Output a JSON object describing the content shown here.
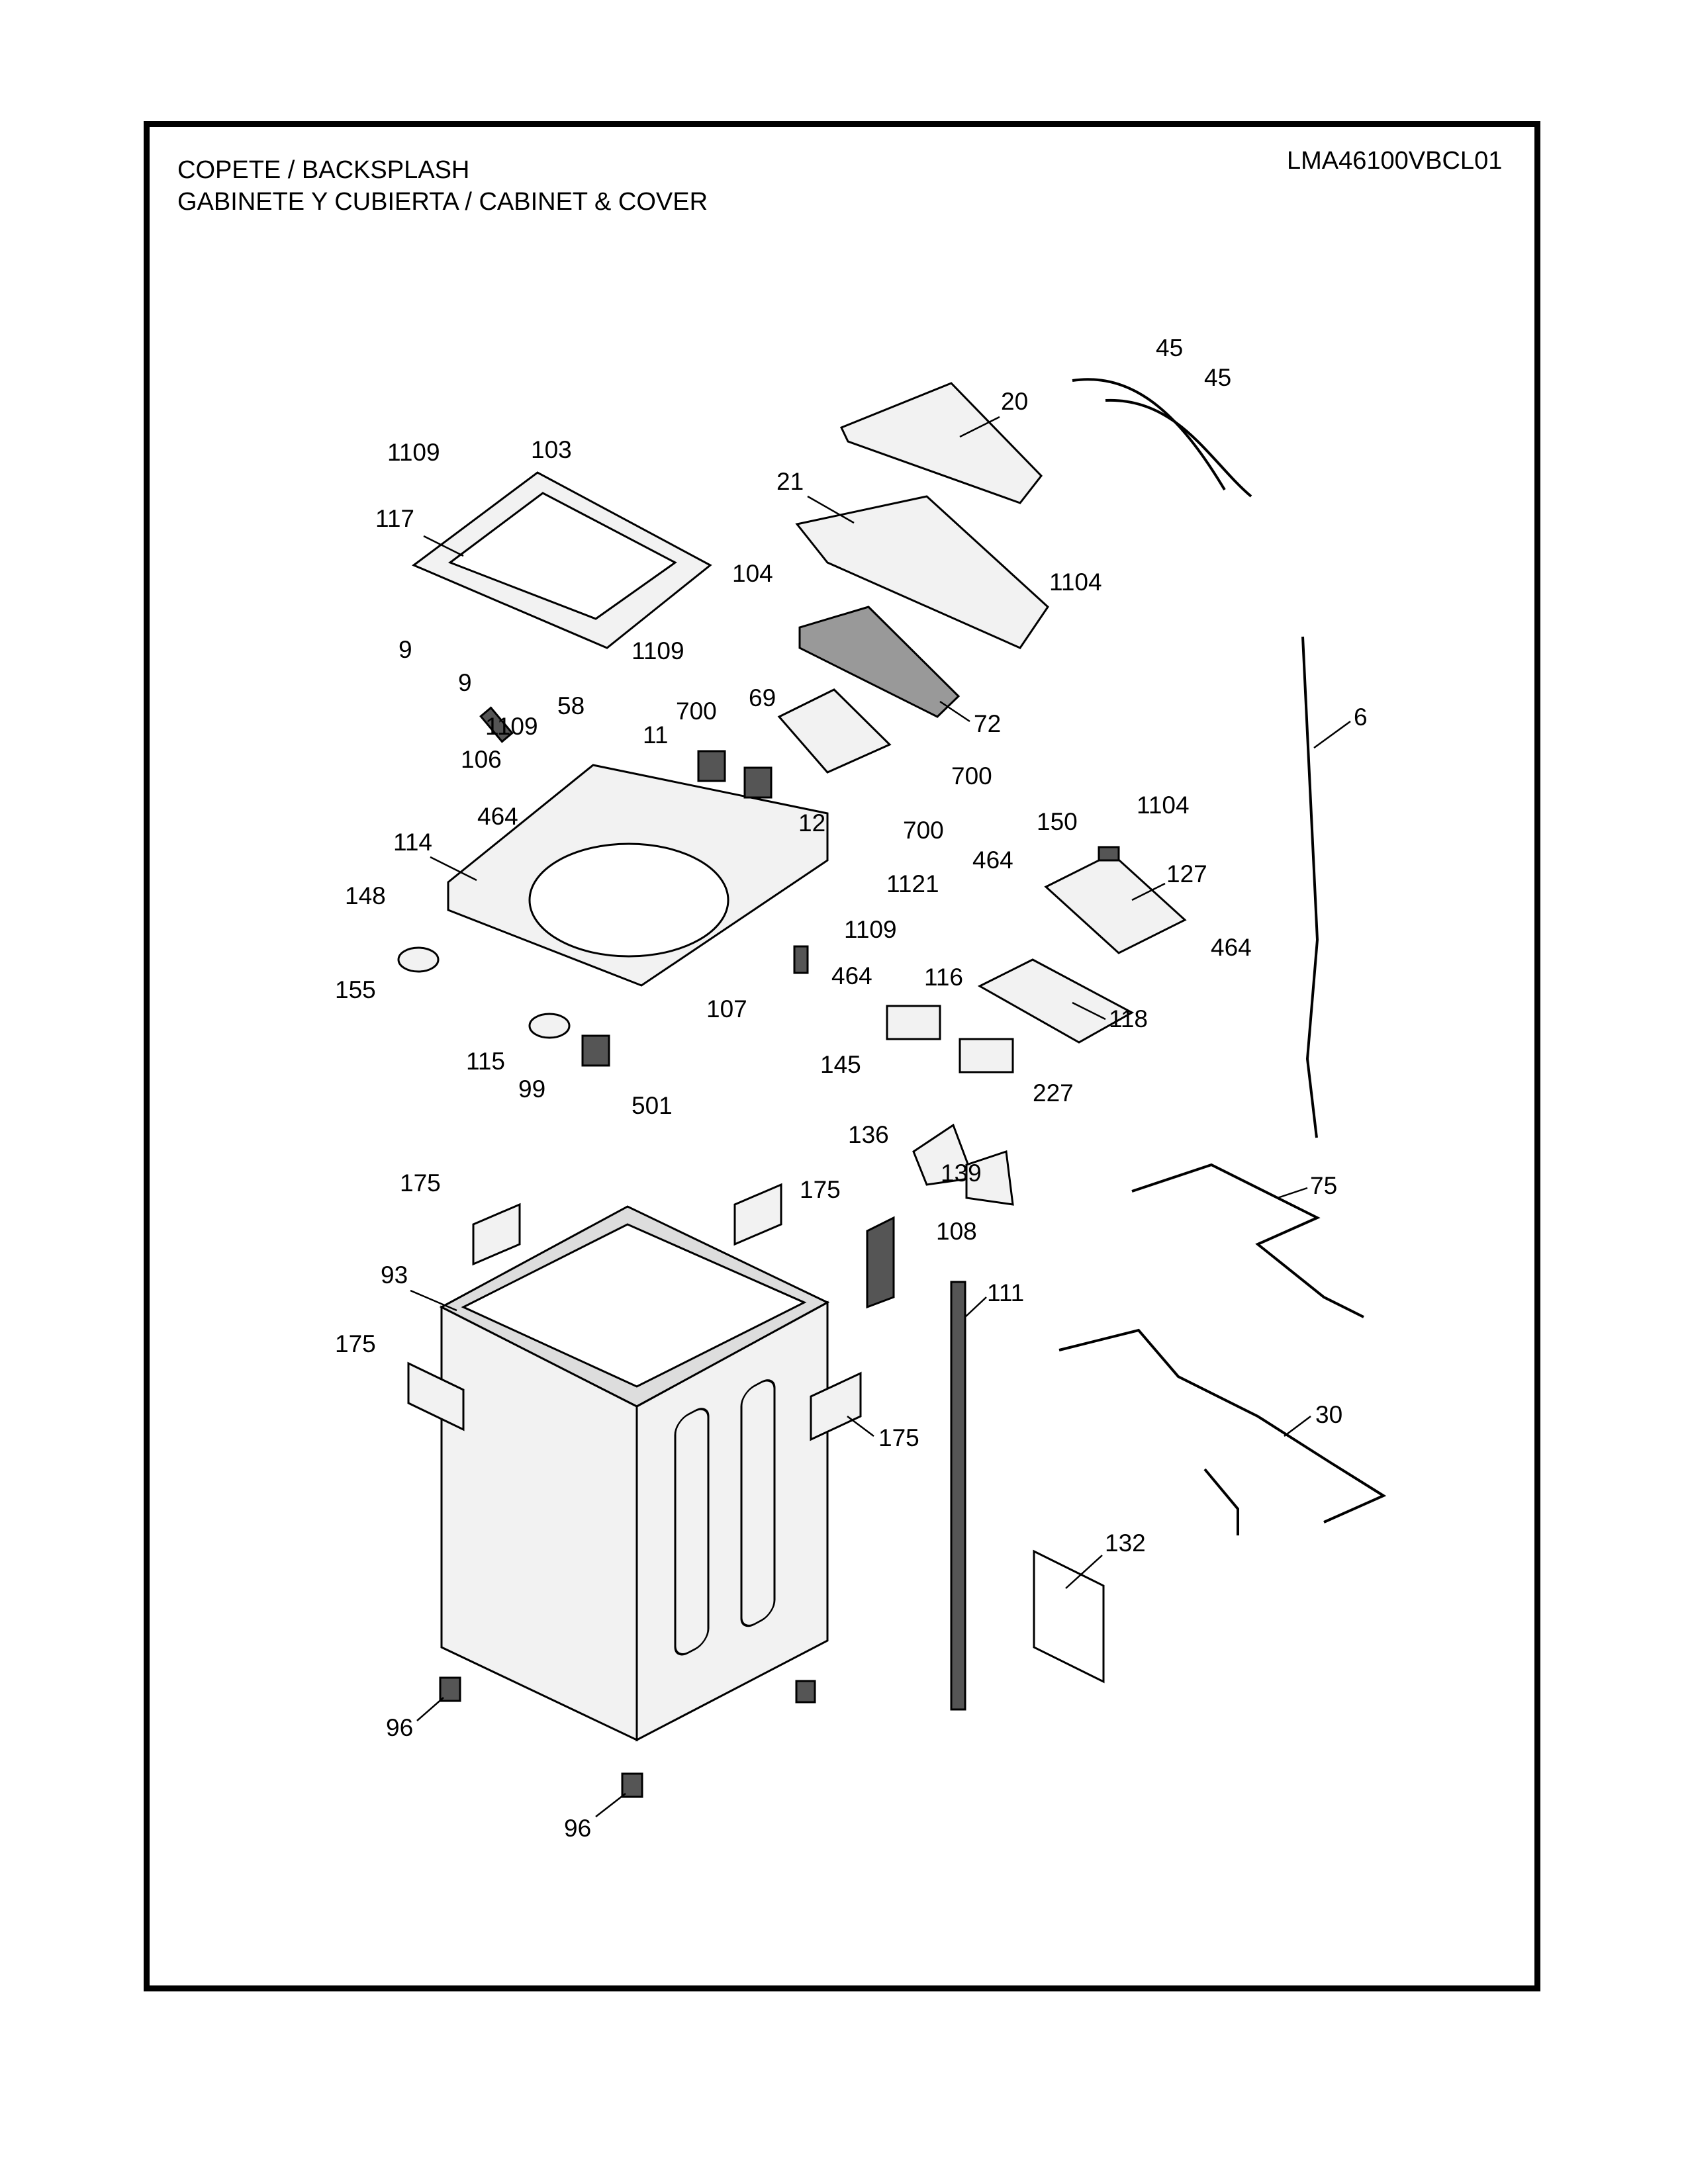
{
  "header": {
    "title_line1": "COPETE / BACKSPLASH",
    "title_line2": "GABINETE Y CUBIERTA / CABINET & COVER",
    "model": "LMA46100VBCL01"
  },
  "part_labels": [
    "45",
    "45",
    "20",
    "1109",
    "103",
    "21",
    "117",
    "104",
    "1104",
    "9",
    "9",
    "1109",
    "6",
    "700",
    "58",
    "69",
    "72",
    "1109",
    "11",
    "700",
    "106",
    "464",
    "12",
    "700",
    "1104",
    "150",
    "114",
    "464",
    "127",
    "1121",
    "148",
    "1109",
    "464",
    "155",
    "116",
    "464",
    "107",
    "118",
    "115",
    "145",
    "227",
    "99",
    "501",
    "136",
    "139",
    "175",
    "175",
    "75",
    "108",
    "93",
    "111",
    "175",
    "175",
    "30",
    "132",
    "96",
    "96"
  ]
}
